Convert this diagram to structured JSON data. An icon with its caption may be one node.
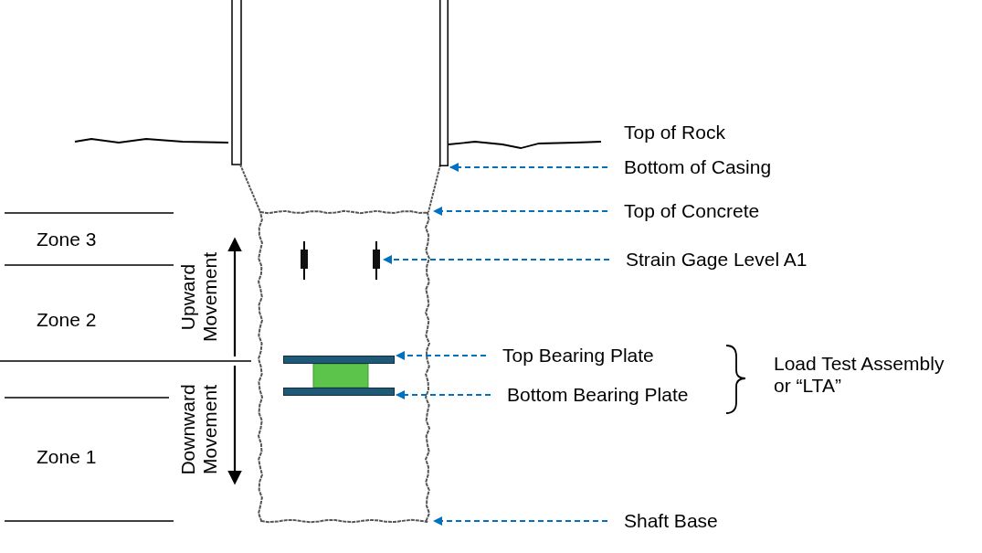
{
  "diagram": {
    "nodes": [
      {
        "text": [
          "Bottom of Casing"
        ]
      },
      {
        "text": [],
        "shape": "box"
      },
      {
        "text": [
          "Top of Concrete"
        ]
      },
      {
        "text": [],
        "shape": "box"
      },
      {
        "text": [
          "Strain Gage Level A1"
        ]
      },
      {
        "text": [],
        "shape": "bar",
        "in": 3
      },
      {
        "text": [
          "Top Bearing Plate"
        ]
      },
      {
        "text": [],
        "shape": "bar",
        "in": 3
      },
      {
        "text": [
          "Bottom Bearing Plate"
        ]
      },
      {
        "text": [],
        "shape": "bar",
        "in": 3
      },
      {
        "text": [
          "Shaft Base"
        ]
      }
    ],
    "edges": [
      {
        "from": 0,
        "to": 1,
        "arrow": "to",
        "style": "dashed"
      },
      {
        "from": 2,
        "to": 3,
        "arrow": "to",
        "style": "dashed"
      },
      {
        "from": 4,
        "to": 5,
        "arrow": "to",
        "style": "dashed"
      },
      {
        "from": 6,
        "to": 7,
        "arrow": "to",
        "style": "dashed"
      },
      {
        "from": 8,
        "to": 9,
        "arrow": "to",
        "style": "dashed"
      },
      {
        "from": 10,
        "to": 3,
        "arrow": "to",
        "style": "dashed"
      }
    ],
    "labels": [
      "Top of Rock",
      "Zone 3",
      "Upward Movement",
      "Zone 2",
      "Load Test Assembly or “LTA”",
      "Downward Movement",
      "Zone 1"
    ]
  }
}
